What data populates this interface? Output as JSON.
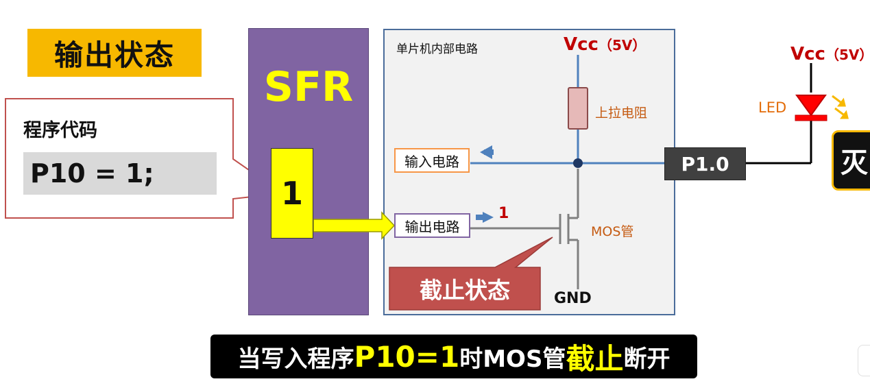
{
  "title": "输出状态",
  "code": {
    "label": "程序代码",
    "statement": "P10 = 1;"
  },
  "sfr": {
    "label": "SFR",
    "bit_value": "1"
  },
  "mcu": {
    "title": "单片机内部电路",
    "vcc_label": "Vcc",
    "vcc_voltage": "（5V）",
    "resistor_label": "上拉电阻",
    "input_circuit": "输入电路",
    "output_circuit": "输出电路",
    "output_value": "1",
    "mos_label": "MOS管",
    "gnd_label": "GND",
    "cutoff_label": "截止状态"
  },
  "port": {
    "label": "P1.0"
  },
  "external": {
    "vcc_label": "Vcc",
    "vcc_voltage": "（5V）",
    "led_label": "LED",
    "state_label": "灭"
  },
  "subtitle": {
    "part1": "当写入程序",
    "code": "P10=1",
    "part2": "时MOS管",
    "keyword": "截止",
    "part3": "断开"
  },
  "colors": {
    "title_bg": "#f7b800",
    "sfr_bg": "#8064a2",
    "bit_bg": "#ffff00",
    "wire_blue": "#4f81bd",
    "vcc_red": "#c00000",
    "led_red": "#ff0000",
    "callout_red": "#c0504d",
    "subtitle_highlight": "#ffff00"
  }
}
